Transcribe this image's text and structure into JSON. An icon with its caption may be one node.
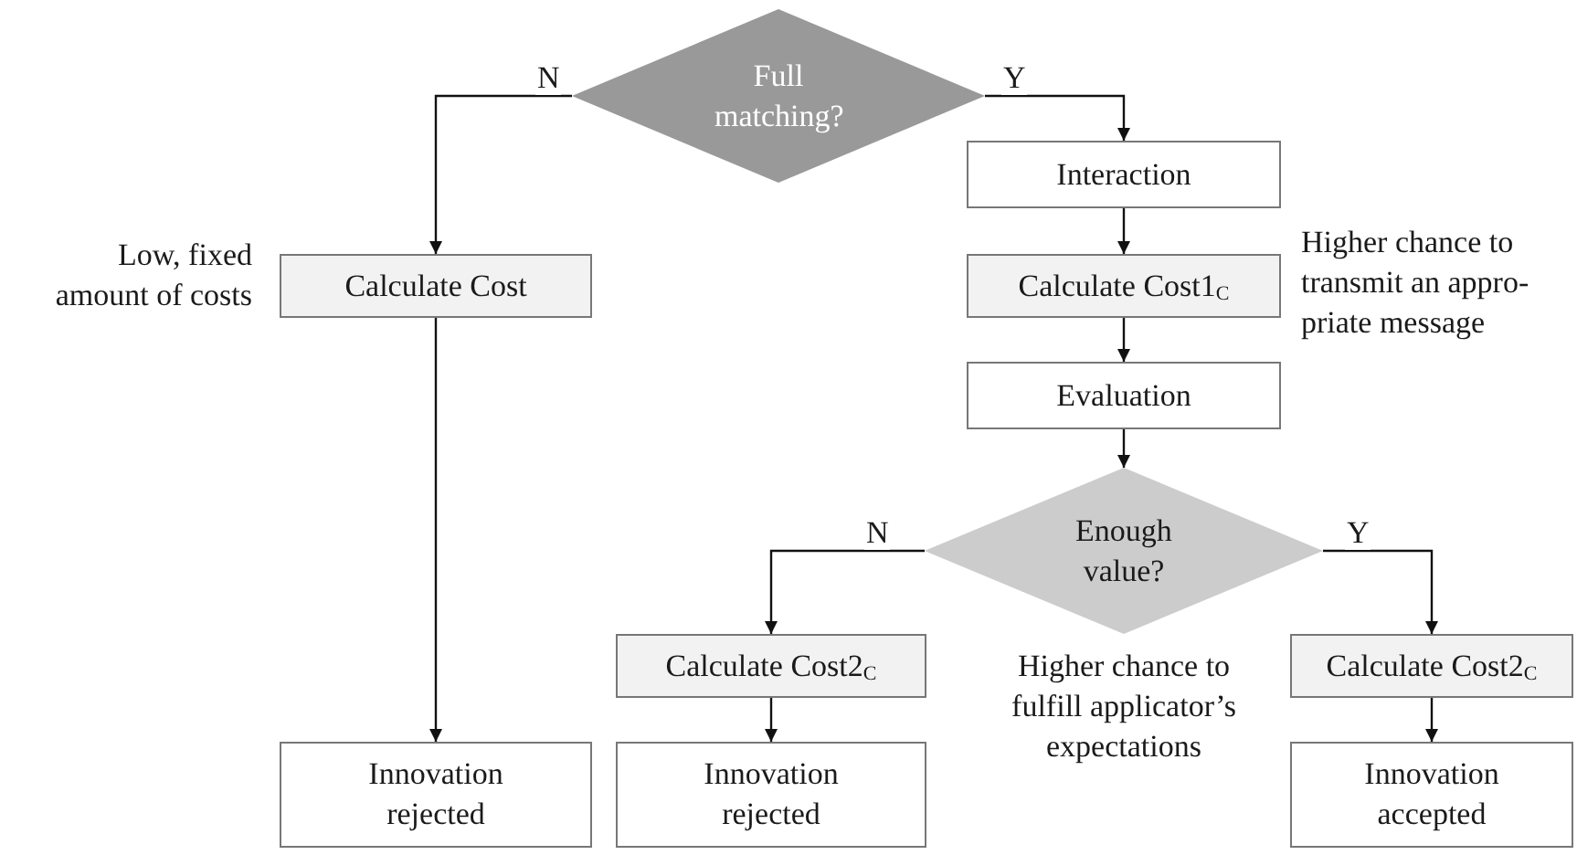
{
  "diagram": {
    "nodes": [
      {
        "text": [
          "Full matching?"
        ]
      },
      {
        "text": [
          "Interaction"
        ]
      },
      {
        "text": [
          "Calculate Cost"
        ],
        "beside": [
          "Low, fixed amount of costs"
        ]
      },
      {
        "text": [
          "Calculate Cost1$_{C}$"
        ],
        "beside": [
          "Higher chance to transmit an appro-priate message"
        ]
      },
      {
        "text": [
          "Evaluation"
        ]
      },
      {
        "text": [
          "Enough value?"
        ]
      },
      {
        "text": [
          "Calculate Cost2$_{C}$"
        ]
      },
      {
        "text": [
          "Calculate Cost2$_{C}$"
        ]
      },
      {
        "text": [
          "Innovation rejected"
        ]
      },
      {
        "text": [
          "Innovation rejected"
        ]
      },
      {
        "text": [
          "Innovation accepted"
        ]
      }
    ],
    "edges": [
      {
        "from": 0,
        "to": 2,
        "arrow": "to",
        "label": "N"
      },
      {
        "from": 0,
        "to": 1,
        "arrow": "to",
        "label": "Y"
      },
      {
        "from": 1,
        "to": 3,
        "arrow": "to"
      },
      {
        "from": 3,
        "to": 4,
        "arrow": "to"
      },
      {
        "from": 4,
        "to": 5,
        "arrow": "to"
      },
      {
        "from": 5,
        "to": 6,
        "arrow": "to",
        "label": "N"
      },
      {
        "from": 5,
        "to": 7,
        "arrow": "to",
        "label": "Y"
      },
      {
        "from": 2,
        "to": 8,
        "arrow": "to"
      },
      {
        "from": 6,
        "to": 9,
        "arrow": "to"
      },
      {
        "from": 7,
        "to": 10,
        "arrow": "to"
      }
    ],
    "labels": [
      "Higher chance to fulfill applicator’s expectations"
    ]
  }
}
